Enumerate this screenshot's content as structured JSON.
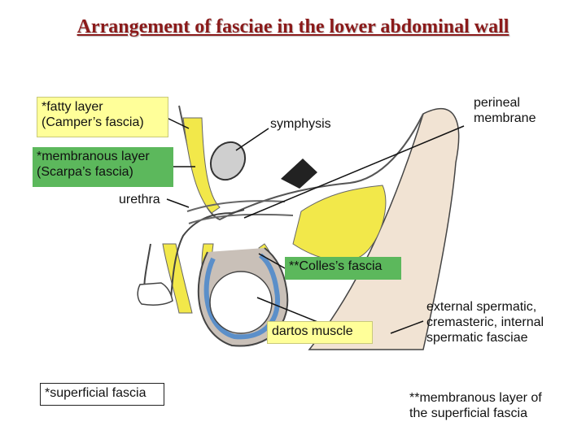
{
  "title": "Arrangement of fasciae in the lower abdominal wall",
  "labels": {
    "fatty_layer": [
      "*fatty layer",
      "(Camper’s fascia)"
    ],
    "membranous_layer": [
      "*membranous layer",
      "(Scarpa’s fascia)"
    ],
    "urethra": "urethra",
    "symphysis": "symphysis",
    "perineal_membrane": [
      "perineal",
      "membrane"
    ],
    "colles_fascia": "**Colles’s fascia",
    "dartos_muscle": "dartos muscle",
    "spermatic_fasciae": [
      "external spermatic,",
      "cremasteric, internal",
      "spermatic fasciae"
    ],
    "superficial_fascia": "*superficial fascia",
    "membranous_superficial": [
      "**membranous layer of",
      "the superficial fascia"
    ]
  },
  "colors": {
    "title": "#8b1a1a",
    "fat_yellow": "#f2e84a",
    "label_yellow": "#ffff99",
    "label_green": "#5cb85c",
    "skin": "#f1e3d3",
    "scrotal_layer": "#5b8fc9"
  }
}
